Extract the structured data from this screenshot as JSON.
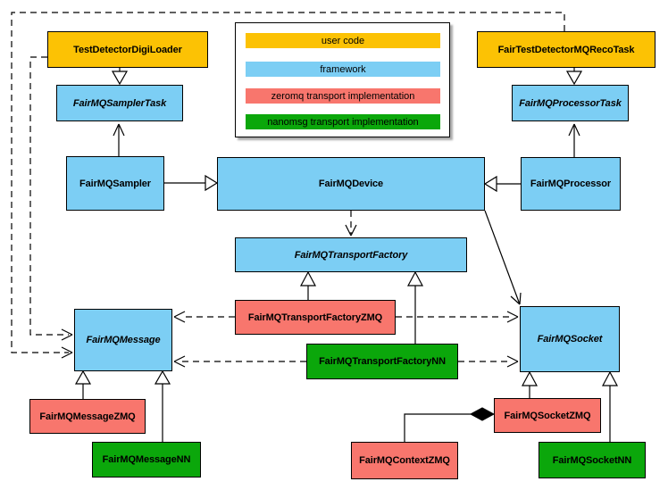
{
  "colors": {
    "user": "#FCC204",
    "framework": "#7CCEF4",
    "zeromq": "#F8766D",
    "nanomsg": "#0BA70B"
  },
  "legend": {
    "items": [
      {
        "label": "user code",
        "color": "#FCC204"
      },
      {
        "label": "framework",
        "color": "#7CCEF4"
      },
      {
        "label": "zeromq transport implementation",
        "color": "#F8766D"
      },
      {
        "label": "nanomsg transport implementation",
        "color": "#0BA70B"
      }
    ]
  },
  "nodes": {
    "test_detector_digi_loader": {
      "label": "TestDetectorDigiLoader",
      "category": "user",
      "abstract": false
    },
    "fair_test_detector_mq_reco_task": {
      "label": "FairTestDetectorMQRecoTask",
      "category": "user",
      "abstract": false
    },
    "fairmq_sampler_task": {
      "label": "FairMQSamplerTask",
      "category": "framework",
      "abstract": true
    },
    "fairmq_processor_task": {
      "label": "FairMQProcessorTask",
      "category": "framework",
      "abstract": true
    },
    "fairmq_sampler": {
      "label": "FairMQSampler",
      "category": "framework",
      "abstract": false
    },
    "fairmq_device": {
      "label": "FairMQDevice",
      "category": "framework",
      "abstract": false
    },
    "fairmq_processor": {
      "label": "FairMQProcessor",
      "category": "framework",
      "abstract": false
    },
    "fairmq_transport_factory": {
      "label": "FairMQTransportFactory",
      "category": "framework",
      "abstract": true
    },
    "fairmq_transport_factory_zmq": {
      "label": "FairMQTransportFactoryZMQ",
      "category": "zeromq",
      "abstract": false
    },
    "fairmq_transport_factory_nn": {
      "label": "FairMQTransportFactoryNN",
      "category": "nanomsg",
      "abstract": false
    },
    "fairmq_message": {
      "label": "FairMQMessage",
      "category": "framework",
      "abstract": true
    },
    "fairmq_message_zmq": {
      "label": "FairMQMessageZMQ",
      "category": "zeromq",
      "abstract": false
    },
    "fairmq_message_nn": {
      "label": "FairMQMessageNN",
      "category": "nanomsg",
      "abstract": false
    },
    "fairmq_socket": {
      "label": "FairMQSocket",
      "category": "framework",
      "abstract": true
    },
    "fairmq_socket_zmq": {
      "label": "FairMQSocketZMQ",
      "category": "zeromq",
      "abstract": false
    },
    "fairmq_socket_nn": {
      "label": "FairMQSocketNN",
      "category": "nanomsg",
      "abstract": false
    },
    "fairmq_context_zmq": {
      "label": "FairMQContextZMQ",
      "category": "zeromq",
      "abstract": false
    }
  },
  "edges": [
    {
      "from": "TestDetectorDigiLoader",
      "to": "FairMQSamplerTask",
      "type": "inheritance"
    },
    {
      "from": "FairTestDetectorMQRecoTask",
      "to": "FairMQProcessorTask",
      "type": "inheritance"
    },
    {
      "from": "FairMQSampler",
      "to": "FairMQDevice",
      "type": "inheritance"
    },
    {
      "from": "FairMQProcessor",
      "to": "FairMQDevice",
      "type": "inheritance"
    },
    {
      "from": "FairMQTransportFactoryZMQ",
      "to": "FairMQTransportFactory",
      "type": "inheritance"
    },
    {
      "from": "FairMQTransportFactoryNN",
      "to": "FairMQTransportFactory",
      "type": "inheritance"
    },
    {
      "from": "FairMQMessageZMQ",
      "to": "FairMQMessage",
      "type": "inheritance"
    },
    {
      "from": "FairMQMessageNN",
      "to": "FairMQMessage",
      "type": "inheritance"
    },
    {
      "from": "FairMQSocketZMQ",
      "to": "FairMQSocket",
      "type": "inheritance"
    },
    {
      "from": "FairMQSocketNN",
      "to": "FairMQSocket",
      "type": "inheritance"
    },
    {
      "from": "FairMQSampler",
      "to": "FairMQSamplerTask",
      "type": "association"
    },
    {
      "from": "FairMQProcessor",
      "to": "FairMQProcessorTask",
      "type": "association"
    },
    {
      "from": "FairMQDevice",
      "to": "FairMQSocket",
      "type": "association"
    },
    {
      "from": "FairMQDevice",
      "to": "FairMQTransportFactory",
      "type": "dependency"
    },
    {
      "from": "FairMQTransportFactoryZMQ",
      "to": "FairMQMessage",
      "type": "dependency"
    },
    {
      "from": "FairMQTransportFactoryZMQ",
      "to": "FairMQSocket",
      "type": "dependency"
    },
    {
      "from": "FairMQTransportFactoryNN",
      "to": "FairMQMessage",
      "type": "dependency"
    },
    {
      "from": "FairMQTransportFactoryNN",
      "to": "FairMQSocket",
      "type": "dependency"
    },
    {
      "from": "TestDetectorDigiLoader",
      "to": "FairMQMessage",
      "type": "dependency"
    },
    {
      "from": "FairTestDetectorMQRecoTask",
      "to": "FairMQMessage",
      "type": "dependency"
    },
    {
      "from": "FairMQContextZMQ",
      "to": "FairMQSocketZMQ",
      "type": "composition"
    }
  ]
}
